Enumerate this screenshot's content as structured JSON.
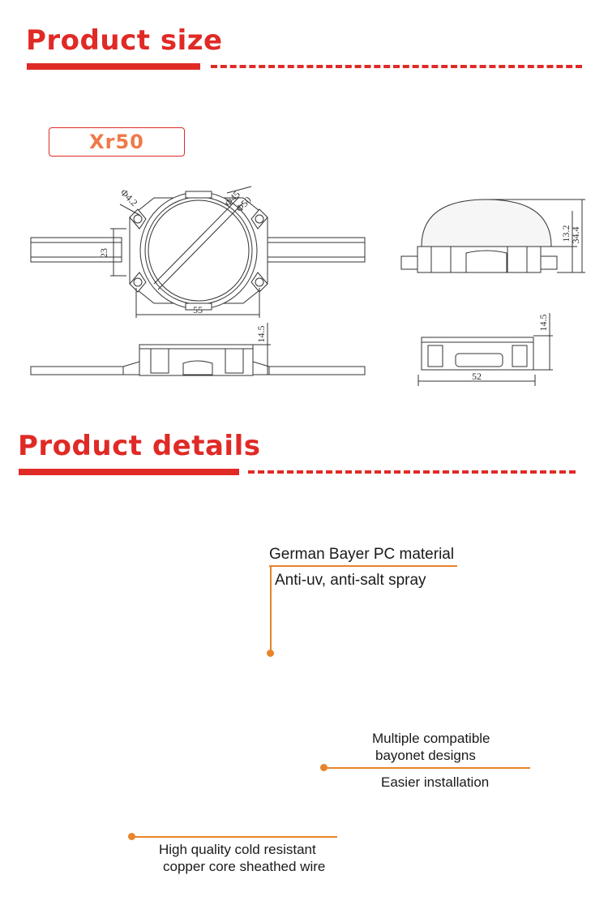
{
  "sections": {
    "size_title": "Product size",
    "details_title": "Product details"
  },
  "model": "Xr50",
  "dimensions": {
    "hole": "Φ4.2",
    "inner_dia": "Φ45",
    "outer_dia": "Φ50",
    "height_top": "23",
    "width_top": "55",
    "lens_height": "13.2",
    "total_height": "34.4",
    "base_height_left": "14.5",
    "base_height_right": "14.5",
    "base_width": "52"
  },
  "callouts": {
    "material_title": "German Bayer PC material",
    "material_desc": "Anti-uv, anti-salt spray",
    "bayonet_line1": "Multiple compatible",
    "bayonet_line2": "bayonet designs",
    "bayonet_desc": "Easier installation",
    "wire_line1": "High quality cold resistant",
    "wire_line2": "copper core sheathed wire"
  },
  "colors": {
    "accent_red": "#e02a26",
    "accent_orange": "#e8842b"
  }
}
